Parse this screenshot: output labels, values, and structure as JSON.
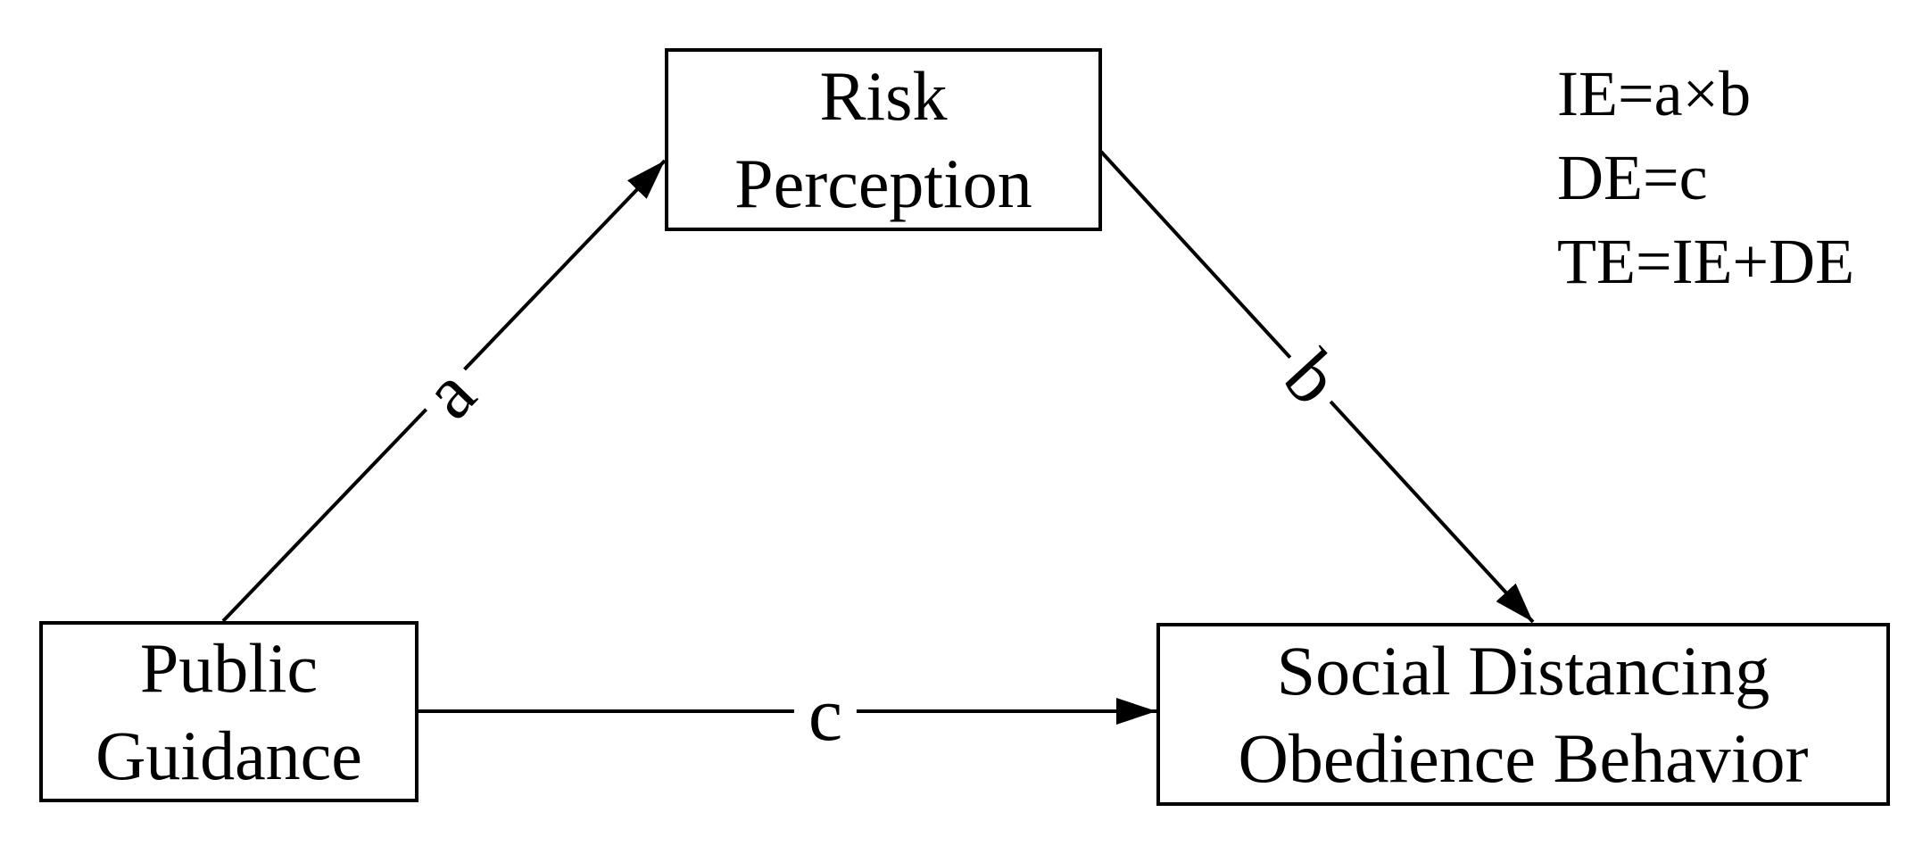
{
  "diagram": {
    "background_color": "#ffffff",
    "stroke_color": "#000000",
    "text_color": "#000000"
  },
  "nodes": [
    {
      "id": "risk-perception",
      "lines": [
        "Risk",
        "Perception"
      ]
    },
    {
      "id": "public-guidance",
      "lines": [
        "Public",
        "Guidance"
      ]
    },
    {
      "id": "social-distancing",
      "lines": [
        "Social Distancing",
        "Obedience Behavior"
      ]
    }
  ],
  "edges": [
    {
      "id": "a",
      "label": "a",
      "from": "public-guidance",
      "to": "risk-perception"
    },
    {
      "id": "b",
      "label": "b",
      "from": "risk-perception",
      "to": "social-distancing"
    },
    {
      "id": "c",
      "label": "c",
      "from": "public-guidance",
      "to": "social-distancing"
    }
  ],
  "legend": {
    "lines": [
      "IE=a×b",
      "DE=c",
      "TE=IE+DE"
    ]
  }
}
